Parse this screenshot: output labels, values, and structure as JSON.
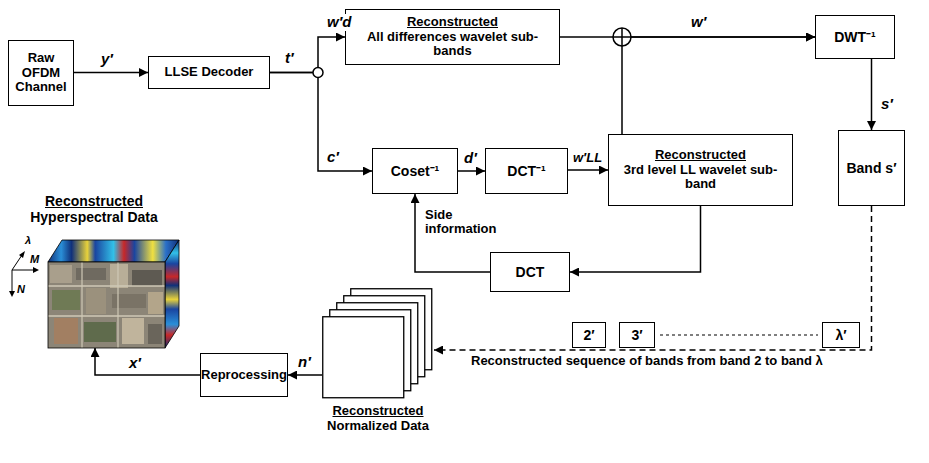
{
  "diagram": {
    "nodes": [
      {
        "text": [
          "Raw OFDM Channel"
        ]
      },
      {
        "text": [
          "LLSE Decoder"
        ]
      },
      {
        "text": [
          "Reconstructed",
          "All differences wavelet sub-bands"
        ]
      },
      {
        "text": [
          "DWT⁻¹"
        ]
      },
      {
        "text": [
          "Coset⁻¹"
        ]
      },
      {
        "text": [
          "DCT⁻¹"
        ]
      },
      {
        "text": [
          "Reconstructed",
          "3rd level LL wavelet sub-band"
        ]
      },
      {
        "text": [
          "Band s′"
        ]
      },
      {
        "text": [
          "DCT"
        ]
      },
      {
        "text": [
          "2′"
        ]
      },
      {
        "text": [
          "3′"
        ]
      },
      {
        "text": [
          "λ′"
        ]
      },
      {
        "text": [
          "Reconstructed",
          "Normalized Data"
        ]
      },
      {
        "text": [
          "Reprocessing"
        ]
      },
      {
        "text": [
          "Reconstructed",
          "Hyperspectral Data"
        ]
      }
    ],
    "edges": [
      {
        "from": 0,
        "to": 1,
        "label": "y′",
        "arrow": "to"
      },
      {
        "from": 1,
        "to": 2,
        "label": "w′d",
        "arrow": "to"
      },
      {
        "from": 1,
        "to": 4,
        "label": "c′",
        "arrow": "to"
      },
      {
        "from": 2,
        "to": 3,
        "arrow": "to"
      },
      {
        "from": 6,
        "to": 3,
        "arrow": "to"
      },
      {
        "from": 3,
        "to": 7,
        "label": "s′",
        "arrow": "to"
      },
      {
        "from": 4,
        "to": 5,
        "label": "d′",
        "arrow": "to"
      },
      {
        "from": 5,
        "to": 6,
        "label": "w′LL",
        "arrow": "to"
      },
      {
        "from": 6,
        "to": 8,
        "arrow": "to"
      },
      {
        "from": 8,
        "to": 4,
        "label": "Side information",
        "arrow": "to"
      },
      {
        "from": 7,
        "to": 12,
        "label": "Reconstructed sequence of bands from band 2 to band λ",
        "arrow": "to"
      },
      {
        "from": 12,
        "to": 13,
        "label": "n′",
        "arrow": "to"
      },
      {
        "from": 13,
        "to": 14,
        "label": "x′",
        "arrow": "to"
      }
    ],
    "labels": [
      "t′",
      "w′",
      "λ",
      "M",
      "N"
    ]
  }
}
